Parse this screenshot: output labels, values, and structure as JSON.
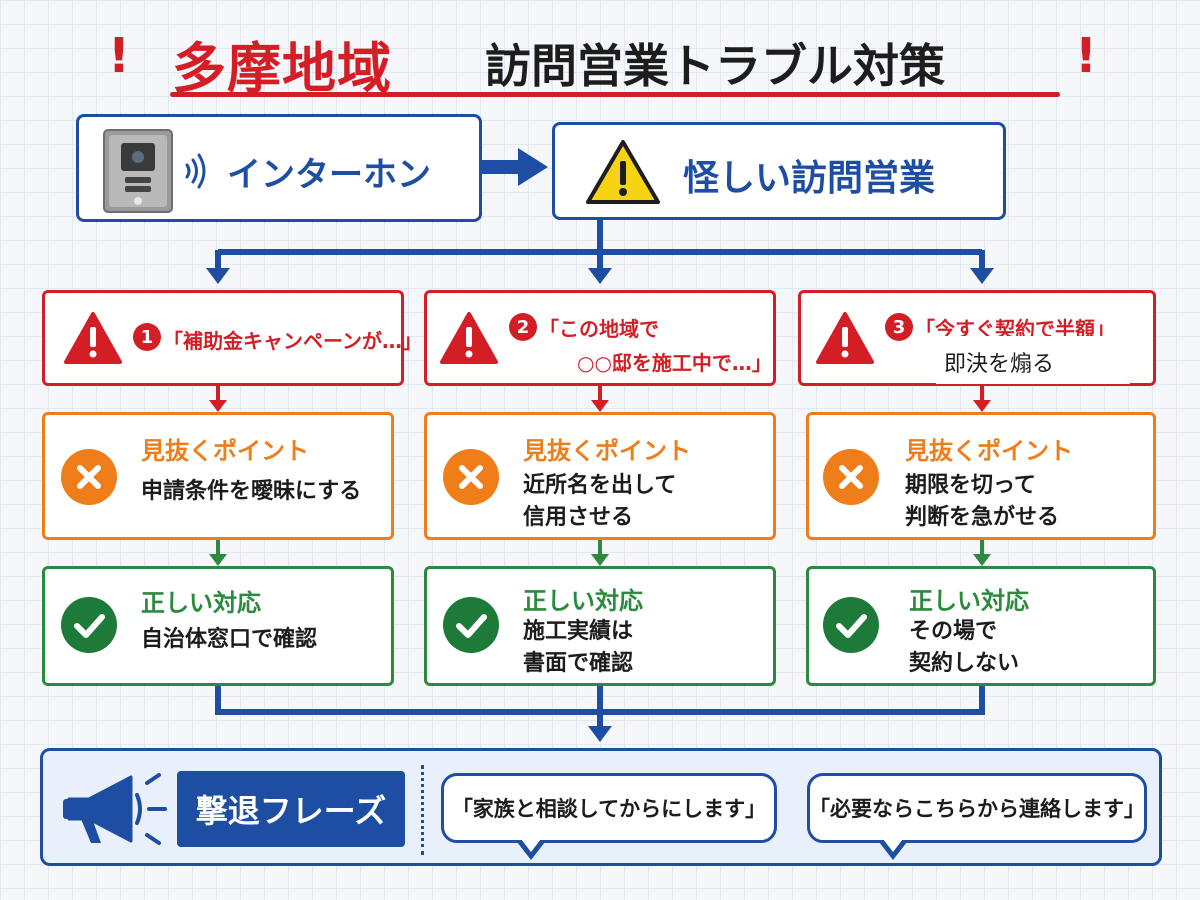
{
  "title": {
    "emphasis": "多摩地域",
    "main": "訪問営業トラブル対策",
    "exclaim": "!"
  },
  "top": {
    "intercom_label": "インターホン",
    "suspicious_label": "怪しい訪問営業"
  },
  "columns": [
    {
      "number": "1",
      "quote": "「補助金キャンペーンが…」",
      "warn_heading": "見抜くポイント",
      "warn_text": [
        "申請条件を曖昧にする"
      ],
      "action_heading": "正しい対応",
      "action_text": [
        "自治体窓口で確認"
      ]
    },
    {
      "number": "2",
      "quote": "「この地域で",
      "quote2": "○○邸を施工中で…」",
      "warn_heading": "見抜くポイント",
      "warn_text": [
        "近所名を出して",
        "信用させる"
      ],
      "action_heading": "正しい対応",
      "action_text": [
        "施工実績は",
        "書面で確認"
      ]
    },
    {
      "number": "3",
      "quote": "「今すぐ契約で半額」",
      "quote2": "即決を煽る",
      "warn_heading": "見抜くポイント",
      "warn_text": [
        "期限を切って",
        "判断を急がせる"
      ],
      "action_heading": "正しい対応",
      "action_text": [
        "その場で",
        "契約しない"
      ]
    }
  ],
  "bottom": {
    "label": "撃退フレーズ",
    "phrases": [
      "「家族と相談してからにします」",
      "「必要ならこちらから連絡します」"
    ]
  },
  "colors": {
    "red": "#d41e26",
    "blue": "#1d4ea3",
    "orange": "#ef7d1a",
    "green": "#2b8a3e"
  },
  "icons": [
    "intercom-icon",
    "sound-wave-icon",
    "warning-triangle-icon",
    "x-circle-icon",
    "check-circle-icon",
    "megaphone-icon"
  ]
}
